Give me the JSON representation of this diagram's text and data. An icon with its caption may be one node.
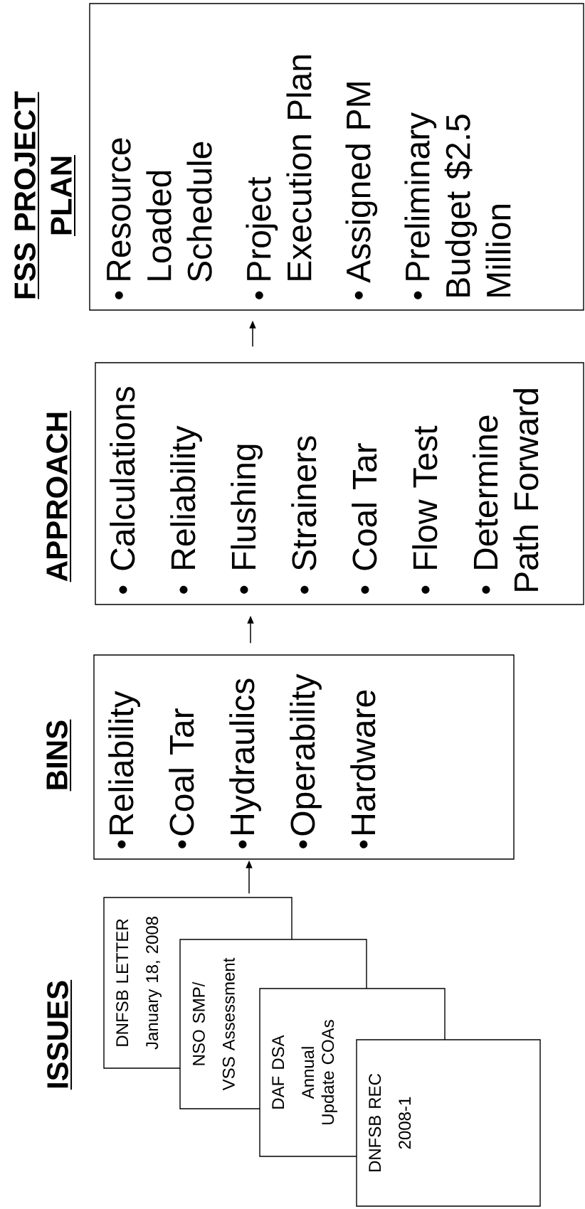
{
  "diagram": {
    "nodes": [
      {
        "text": [
          "DNFSB LETTER",
          "January 18, 2008"
        ]
      },
      {
        "text": [
          "NSO SMP/",
          "VSS Assessment"
        ]
      },
      {
        "text": [
          "DAF DSA",
          "Annual Update COAs"
        ]
      },
      {
        "text": [
          "DNFSB REC",
          "2008-1"
        ]
      },
      {
        "text": [
          "BINS",
          "Reliability",
          "Coal Tar",
          "Hydraulics",
          "Operability",
          "Hardware"
        ]
      },
      {
        "text": [
          "APPROACH",
          "Calculations",
          "Reliability",
          "Flushing",
          "Strainers",
          "Coal Tar",
          "Flow Test",
          "Determine Path Forward"
        ]
      },
      {
        "text": [
          "FSS PROJECT PLAN",
          "Resource Loaded Schedule",
          "Project Execution Plan",
          "Assigned PM",
          "Preliminary Budget $2.5 Million"
        ]
      }
    ],
    "edges": [
      {
        "from": 0,
        "to": 4,
        "arrow": "to"
      },
      {
        "from": 4,
        "to": 5,
        "arrow": "to"
      },
      {
        "from": 5,
        "to": 6,
        "arrow": "to"
      }
    ],
    "labels": [
      "ISSUES"
    ]
  }
}
